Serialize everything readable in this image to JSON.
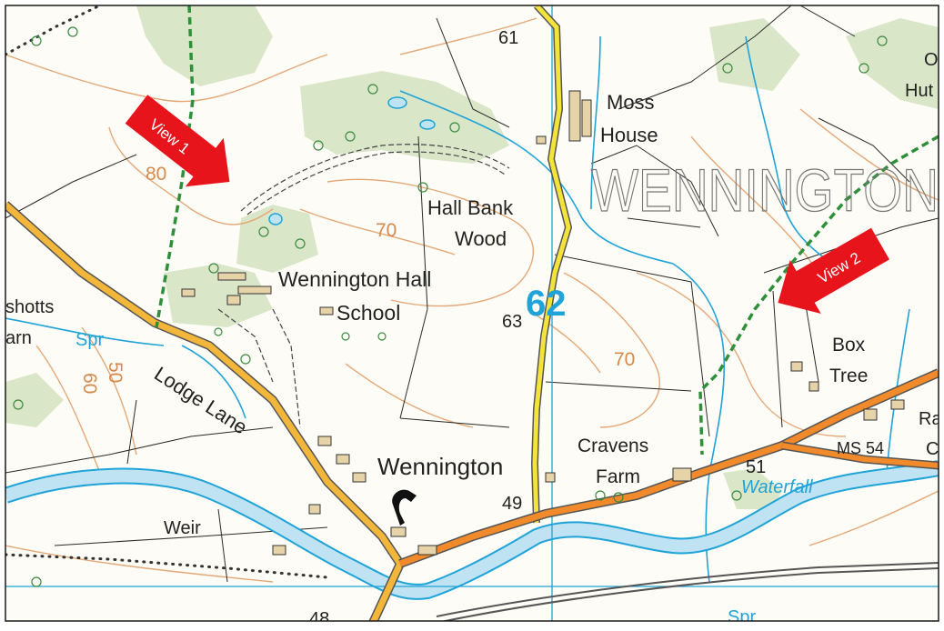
{
  "map": {
    "village_label": "WENNINGTON",
    "places": {
      "moss_house_1": "Moss",
      "moss_house_2": "House",
      "hall_bank_1": "Hall Bank",
      "hall_bank_2": "Wood",
      "school_1": "Wennington Hall",
      "school_2": "School",
      "wennington": "Wennington",
      "cravens_1": "Cravens",
      "cravens_2": "Farm",
      "box_tree_1": "Box",
      "box_tree_2": "Tree",
      "weir": "Weir",
      "lodge_lane": "Lodge Lane",
      "shotts": "shotts",
      "arn": "arn",
      "hut_o": "O",
      "hut": "Hut",
      "ra": "Ra",
      "c": "C",
      "ms54": "MS 54"
    },
    "water_labels": {
      "spr_left": "Spr",
      "spr_bottom": "Spr",
      "waterfall": "Waterfall"
    },
    "heights": {
      "h61": "61",
      "h63": "63",
      "h49": "49",
      "h51": "51",
      "h48": "48"
    },
    "contour_labels": {
      "c80": "80",
      "c70a": "70",
      "c70b": "70",
      "c60": "60",
      "c50": "50"
    },
    "grid_label": "62",
    "view_markers": {
      "view1": "View 1",
      "view2": "View 2"
    },
    "colors": {
      "marker_red": "#e8141b",
      "water_blue": "#1fa3d8",
      "river_fill": "#bfe3f2",
      "minor_road_yellow": "#f4e33a",
      "b_road_orange": "#f08a2a",
      "woodland_green": "#d7e5c7",
      "contour_orange": "#e0a070",
      "footpath_green": "#2f8f3a"
    }
  }
}
